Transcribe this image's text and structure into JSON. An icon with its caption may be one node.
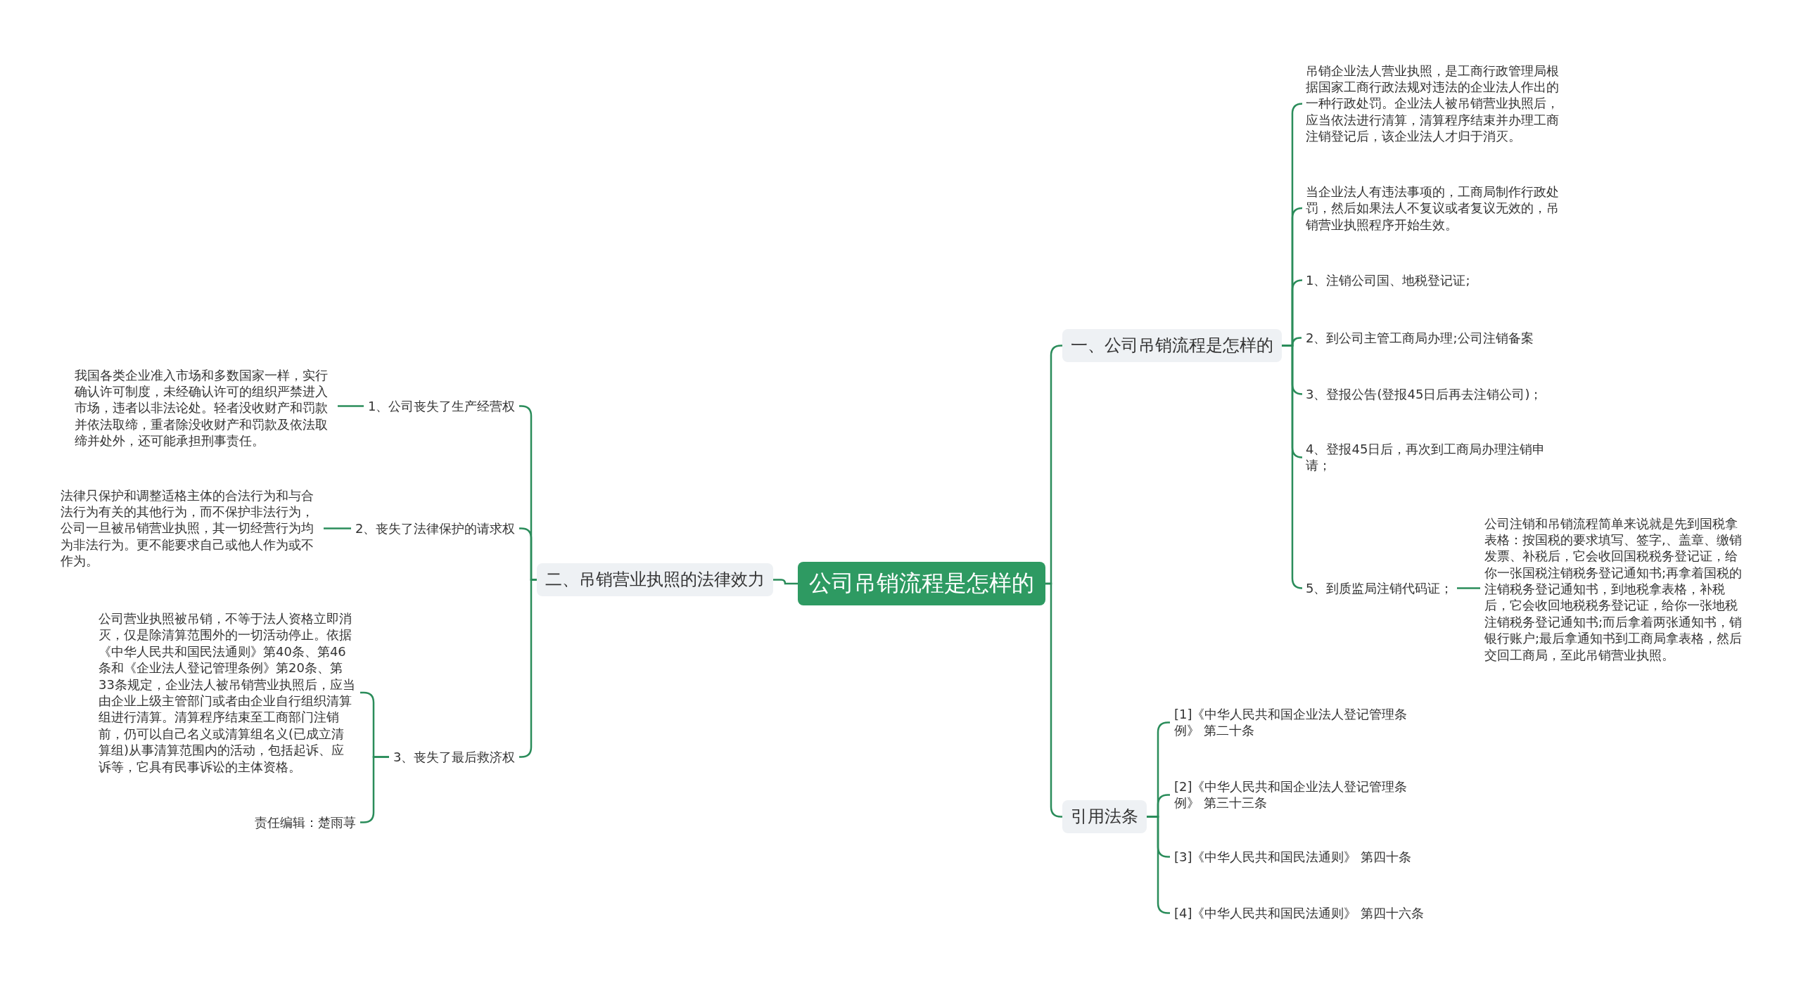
{
  "diagram": {
    "nodes": [
      {
        "text": [
          "公司吊销流程是怎样的"
        ]
      },
      {
        "text": [
          "一、公司吊销流程是怎样的"
        ]
      },
      {
        "text": [
          "吊销企业法人营业执照，是工商行政管理局根据国家工商行政法规对违法的企业法人作出的一种行政处罚。企业法人被吊销营业执照后，应当依法进行清算，清算程序结束并办理工商注销登记后，该企业法人才归于消灭。"
        ]
      },
      {
        "text": [
          "当企业法人有违法事项的，工商局制作行政处罚，然后如果法人不复议或者复议无效的，吊销营业执照程序开始生效。"
        ]
      },
      {
        "text": [
          "1、注销公司国、地税登记证;"
        ]
      },
      {
        "text": [
          "2、到公司主管工商局办理;公司注销备案"
        ]
      },
      {
        "text": [
          "3、登报公告(登报45日后再去注销公司)；"
        ]
      },
      {
        "text": [
          "4、登报45日后，再次到工商局办理注销申请；"
        ]
      },
      {
        "text": [
          "5、到质监局注销代码证；"
        ]
      },
      {
        "text": [
          "公司注销和吊销流程简单来说就是先到国税拿表格：按国税的要求填写、签字,、盖章、缴销发票、补税后，它会收回国税税务登记证，给你一张国税注销税务登记通知书;再拿着国税的注销税务登记通知书，到地税拿表格，补税后，它会收回地税税务登记证，给你一张地税注销税务登记通知书;而后拿着两张通知书，销银行账户;最后拿通知书到工商局拿表格，然后交回工商局，至此吊销营业执照。"
        ]
      },
      {
        "text": [
          "引用法条"
        ]
      },
      {
        "text": [
          "[1]《中华人民共和国企业法人登记管理条例》 第二十条"
        ]
      },
      {
        "text": [
          "[2]《中华人民共和国企业法人登记管理条例》 第三十三条"
        ]
      },
      {
        "text": [
          "[3]《中华人民共和国民法通则》 第四十条"
        ]
      },
      {
        "text": [
          "[4]《中华人民共和国民法通则》 第四十六条"
        ]
      },
      {
        "text": [
          "二、吊销营业执照的法律效力"
        ]
      },
      {
        "text": [
          "1、公司丧失了生产经营权"
        ]
      },
      {
        "text": [
          "我国各类企业准入市场和多数国家一样，实行确认许可制度，未经确认许可的组织严禁进入市场，违者以非法论处。轻者没收财产和罚款并依法取缔，重者除没收财产和罚款及依法取缔并处外，还可能承担刑事责任。"
        ]
      },
      {
        "text": [
          "2、丧失了法律保护的请求权"
        ]
      },
      {
        "text": [
          "法律只保护和调整适格主体的合法行为和与合法行为有关的其他行为，而不保护非法行为，公司一旦被吊销营业执照，其一切经营行为均为非法行为。更不能要求自己或他人作为或不作为。"
        ]
      },
      {
        "text": [
          "3、丧失了最后救济权"
        ]
      },
      {
        "text": [
          "公司营业执照被吊销，不等于法人资格立即消灭，仅是除清算范围外的一切活动停止。依据《中华人民共和国民法通则》第40条、第46条和《企业法人登记管理条例》第20条、第33条规定，企业法人被吊销营业执照后，应当由企业上级主管部门或者由企业自行组织清算组进行清算。清算程序结束至工商部门注销前，仍可以自己名义或清算组名义(已成立清算组)从事清算范围内的活动，包括起诉、应诉等，它具有民事诉讼的主体资格。"
        ]
      },
      {
        "text": [
          "责任编辑：楚雨荨"
        ]
      }
    ],
    "edges": [
      {
        "from": 0,
        "to": 1,
        "arrow": "none"
      },
      {
        "from": 1,
        "to": 2,
        "arrow": "none"
      },
      {
        "from": 1,
        "to": 3,
        "arrow": "none"
      },
      {
        "from": 1,
        "to": 4,
        "arrow": "none"
      },
      {
        "from": 1,
        "to": 5,
        "arrow": "none"
      },
      {
        "from": 1,
        "to": 6,
        "arrow": "none"
      },
      {
        "from": 1,
        "to": 7,
        "arrow": "none"
      },
      {
        "from": 1,
        "to": 8,
        "arrow": "none"
      },
      {
        "from": 8,
        "to": 9,
        "arrow": "none"
      },
      {
        "from": 0,
        "to": 10,
        "arrow": "none"
      },
      {
        "from": 10,
        "to": 11,
        "arrow": "none"
      },
      {
        "from": 10,
        "to": 12,
        "arrow": "none"
      },
      {
        "from": 10,
        "to": 13,
        "arrow": "none"
      },
      {
        "from": 10,
        "to": 14,
        "arrow": "none"
      },
      {
        "from": 0,
        "to": 15,
        "arrow": "none"
      },
      {
        "from": 15,
        "to": 16,
        "arrow": "none"
      },
      {
        "from": 16,
        "to": 17,
        "arrow": "none"
      },
      {
        "from": 15,
        "to": 18,
        "arrow": "none"
      },
      {
        "from": 18,
        "to": 19,
        "arrow": "none"
      },
      {
        "from": 15,
        "to": 20,
        "arrow": "none"
      },
      {
        "from": 20,
        "to": 21,
        "arrow": "none"
      },
      {
        "from": 20,
        "to": 22,
        "arrow": "none"
      }
    ]
  }
}
